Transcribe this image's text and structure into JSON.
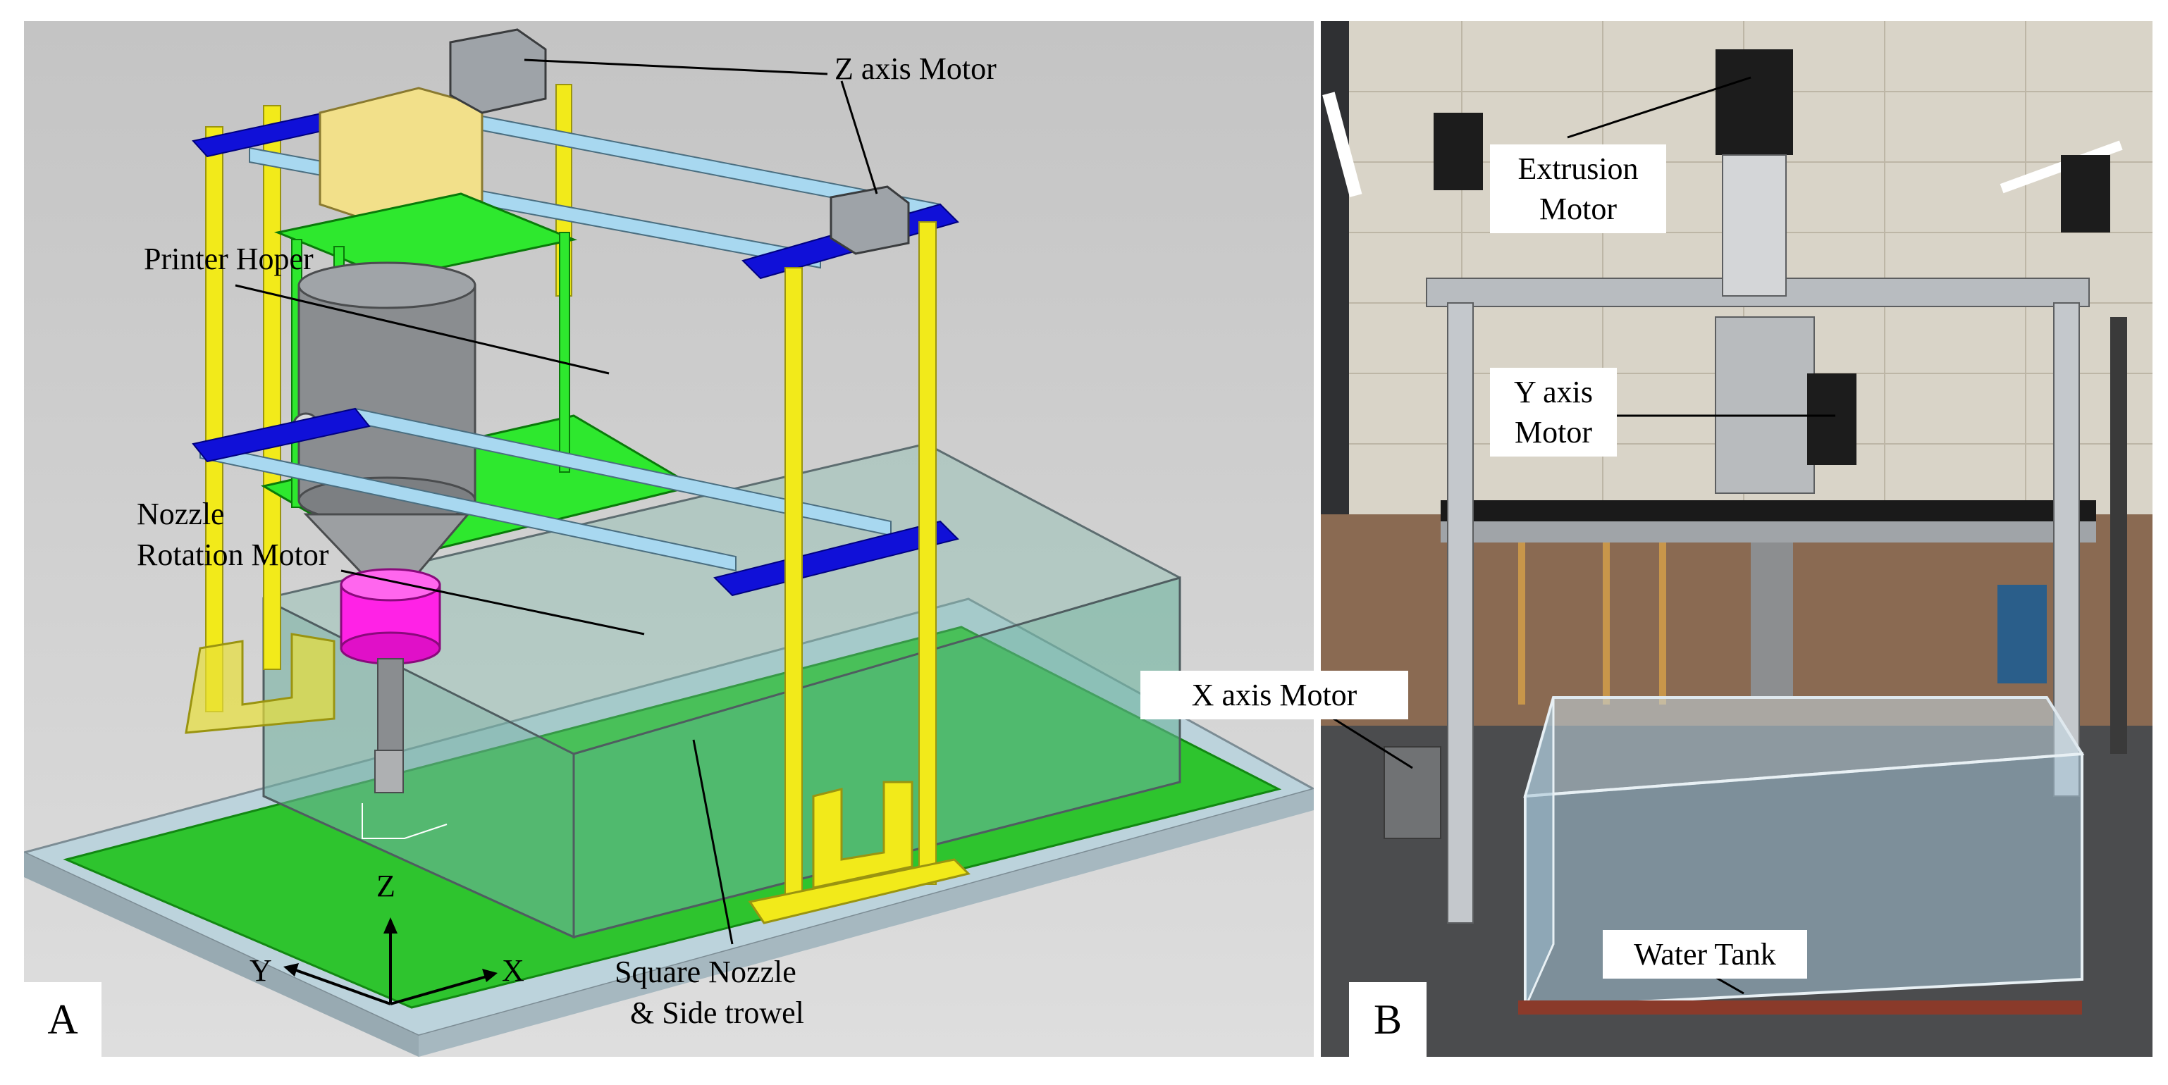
{
  "panel_a": {
    "letter": "A",
    "labels": {
      "z_motor": "Z axis Motor",
      "hopper": "Printer Hoper",
      "rotation_line1": "Nozzle",
      "rotation_line2": "Rotation Motor",
      "nozzle_line1": "Square Nozzle",
      "nozzle_line2": "& Side trowel"
    },
    "axes": {
      "z": "Z",
      "y": "Y",
      "x": "X"
    }
  },
  "panel_b": {
    "letter": "B",
    "labels": {
      "extrusion_line1": "Extrusion",
      "extrusion_line2": "Motor",
      "y_motor_line1": "Y axis",
      "y_motor_line2": "Motor",
      "x_motor": "X axis Motor",
      "water_tank": "Water Tank"
    }
  },
  "colors": {
    "frame_blue": "#1010d8",
    "pillar_yellow": "#f2ea1a",
    "bed_green": "#1fc81f",
    "hopper_gray": "#8a8d90",
    "rotation_magenta": "#ff22e6",
    "hopper_box": "#f2e08a",
    "rail_lightblue": "#a8d8f0"
  }
}
